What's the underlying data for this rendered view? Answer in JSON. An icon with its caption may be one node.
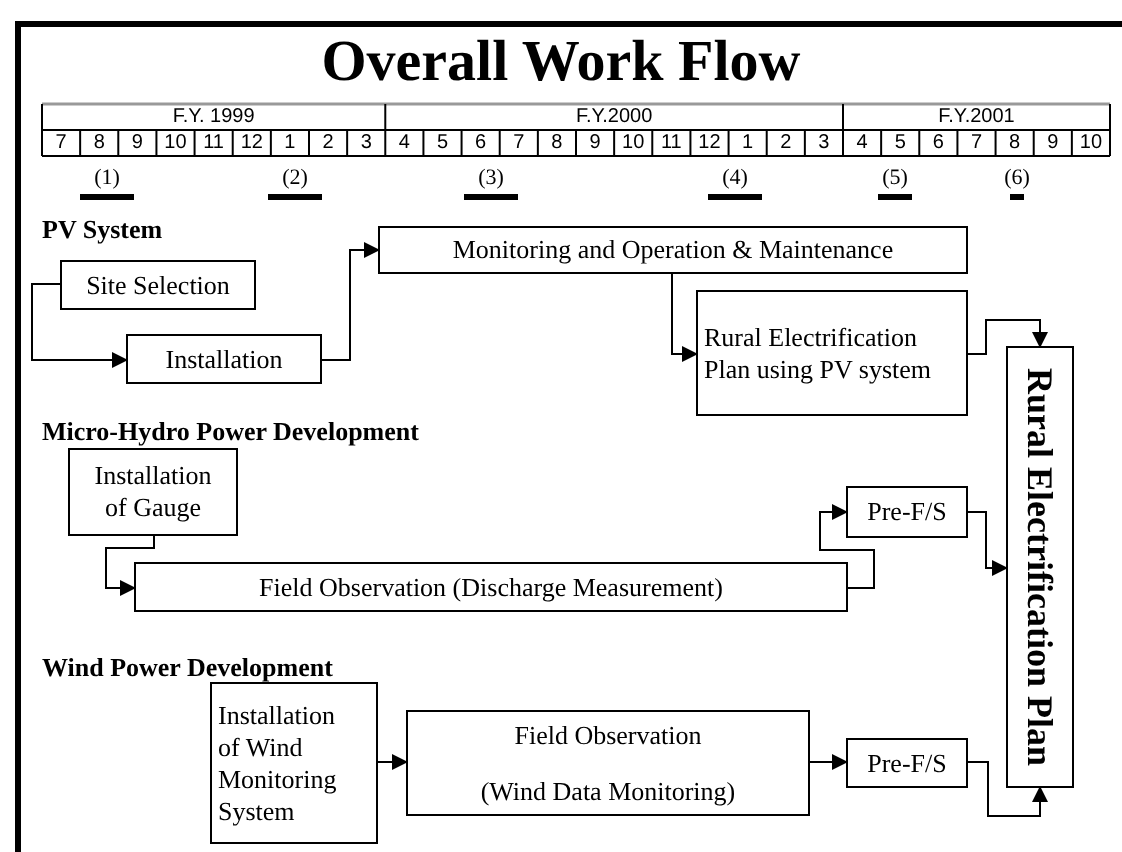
{
  "diagram": {
    "title": "Overall Work Flow",
    "nodes": [
      {
        "text": [
          "Site Selection"
        ]
      },
      {
        "text": [
          "Installation"
        ]
      },
      {
        "text": [
          "Monitoring and Operation & Maintenance"
        ]
      },
      {
        "text": [
          "Rural Electrification Plan using PV system"
        ]
      },
      {
        "text": [
          "Rural Electrification Plan"
        ]
      },
      {
        "text": [
          "Installation of Gauge"
        ]
      },
      {
        "text": [
          "Field Observation (Discharge Measurement)"
        ]
      },
      {
        "text": [
          "Pre-F/S"
        ]
      },
      {
        "text": [
          "Installation of Wind Monitoring System"
        ]
      },
      {
        "text": [
          "Field Observation",
          "(Wind Data Monitoring)"
        ]
      },
      {
        "text": [
          "Pre-F/S"
        ]
      }
    ],
    "edges": [
      {
        "from": 0,
        "to": 1,
        "arrow": "to"
      },
      {
        "from": 1,
        "to": 2,
        "arrow": "to"
      },
      {
        "from": 2,
        "to": 3,
        "arrow": "to"
      },
      {
        "from": 3,
        "to": 4,
        "arrow": "to"
      },
      {
        "from": 5,
        "to": 6,
        "arrow": "to"
      },
      {
        "from": 6,
        "to": 7,
        "arrow": "to"
      },
      {
        "from": 7,
        "to": 4,
        "arrow": "to"
      },
      {
        "from": 8,
        "to": 9,
        "arrow": "to"
      },
      {
        "from": 9,
        "to": 10,
        "arrow": "to"
      },
      {
        "from": 10,
        "to": 4,
        "arrow": "to"
      }
    ],
    "labels": [
      "F.Y. 1999",
      "F.Y.2000",
      "F.Y.2001",
      "7",
      "8",
      "9",
      "10",
      "11",
      "12",
      "1",
      "2",
      "3",
      "4",
      "5",
      "6",
      "7",
      "8",
      "9",
      "10",
      "11",
      "12",
      "1",
      "2",
      "3",
      "4",
      "5",
      "6",
      "7",
      "8",
      "9",
      "10",
      "(1)",
      "(2)",
      "(3)",
      "(4)",
      "(5)",
      "(6)",
      "PV System",
      "Micro-Hydro Power Development",
      "Wind Power Development"
    ]
  }
}
